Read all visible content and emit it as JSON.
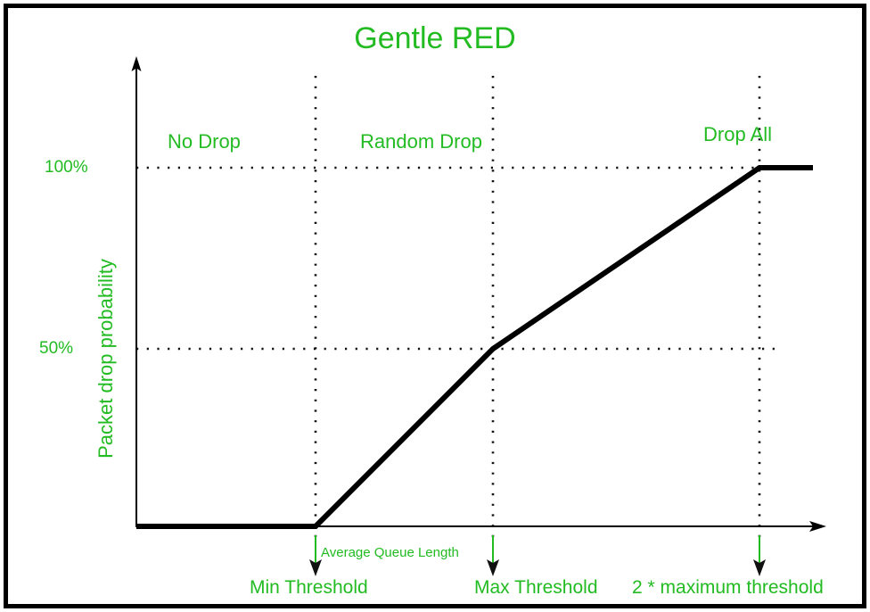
{
  "chart_data": {
    "type": "line",
    "title": "Gentle RED",
    "xlabel": "Average Queue Length",
    "ylabel": "Packet drop probability",
    "grid": "dotted guide lines at 50% and 100% and at the three thresholds",
    "legend": "none",
    "xlim": [
      0,
      1
    ],
    "ylim": [
      0,
      1.18
    ],
    "x_tick_labels": [
      "Min Threshold",
      "Max Threshold",
      "2 * maximum threshold"
    ],
    "y_tick_labels": [
      "50%",
      "100%"
    ],
    "y_tick_values": [
      50,
      100
    ],
    "annotations": [
      "No Drop",
      "Random Drop",
      "Drop All"
    ],
    "series": [
      {
        "name": "Gentle RED packet drop probability",
        "points": [
          {
            "x_label": "origin",
            "drop_probability_percent": 0
          },
          {
            "x_label": "Min Threshold",
            "drop_probability_percent": 0
          },
          {
            "x_label": "Max Threshold",
            "drop_probability_percent": 50
          },
          {
            "x_label": "2 * maximum threshold",
            "drop_probability_percent": 100
          },
          {
            "x_label": "beyond 2 * maximum threshold",
            "drop_probability_percent": 100
          }
        ]
      }
    ]
  },
  "title": "Gentle RED",
  "axes": {
    "y_title": "Packet drop probability",
    "y_ticks": [
      {
        "label": "100%"
      },
      {
        "label": "50%"
      }
    ],
    "x_ticks": [
      {
        "label": "Min Threshold"
      },
      {
        "label": "Max Threshold"
      },
      {
        "label": "2 * maximum threshold"
      }
    ],
    "x_axis_caption": "Average Queue Length"
  },
  "regions": [
    {
      "label": "No Drop"
    },
    {
      "label": "Random Drop"
    },
    {
      "label": "Drop All"
    }
  ],
  "colors": {
    "accent_green": "#22bb22",
    "line_black": "#000000",
    "background": "#ffffff",
    "border": "#000000"
  }
}
